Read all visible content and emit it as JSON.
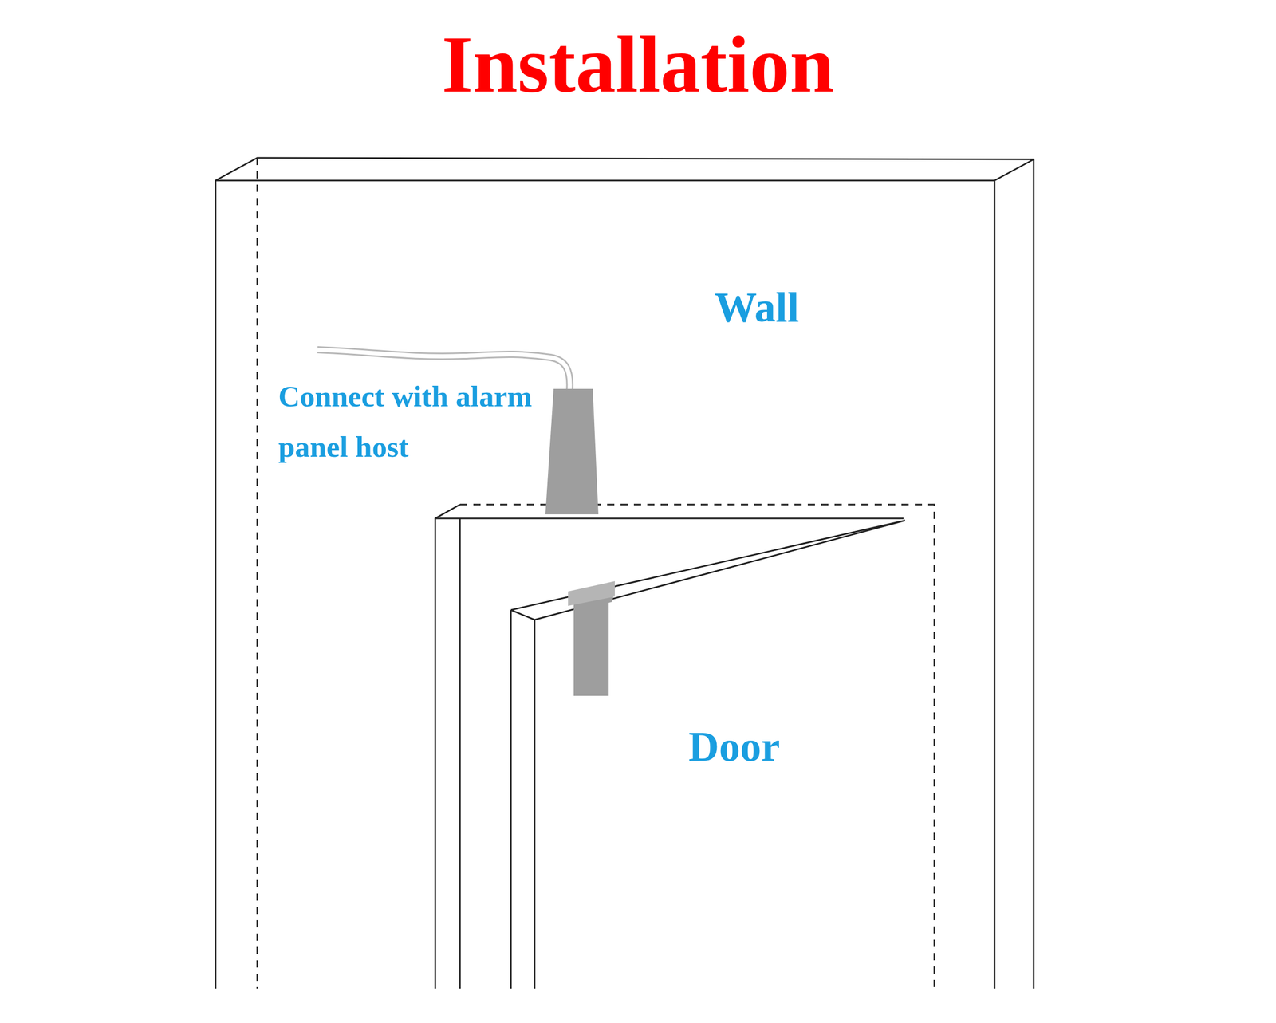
{
  "diagram": {
    "title": "Installation",
    "nodes": [
      {
        "text": [
          "Wall"
        ]
      },
      {
        "text": [
          "Door"
        ],
        "in": 0
      }
    ],
    "labels": [
      "Connect with alarm panel host"
    ]
  }
}
